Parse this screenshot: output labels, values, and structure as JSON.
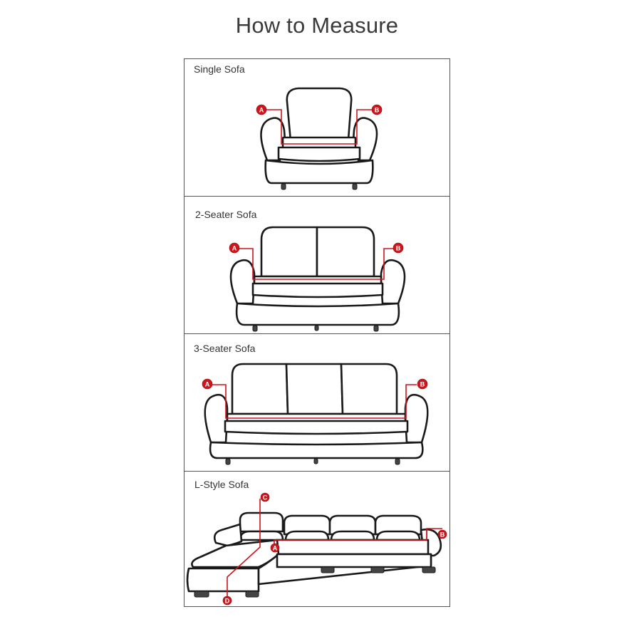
{
  "title": "How to Measure",
  "panels": [
    {
      "label": "Single Sofa",
      "markers": [
        "A",
        "B"
      ]
    },
    {
      "label": "2-Seater Sofa",
      "markers": [
        "A",
        "B"
      ]
    },
    {
      "label": "3-Seater Sofa",
      "markers": [
        "A",
        "B"
      ]
    },
    {
      "label": "L-Style Sofa",
      "markers": [
        "A",
        "B",
        "C",
        "D"
      ]
    }
  ],
  "colors": {
    "outline": "#1a1a1a",
    "measure": "#d0141c",
    "border": "#555555"
  }
}
